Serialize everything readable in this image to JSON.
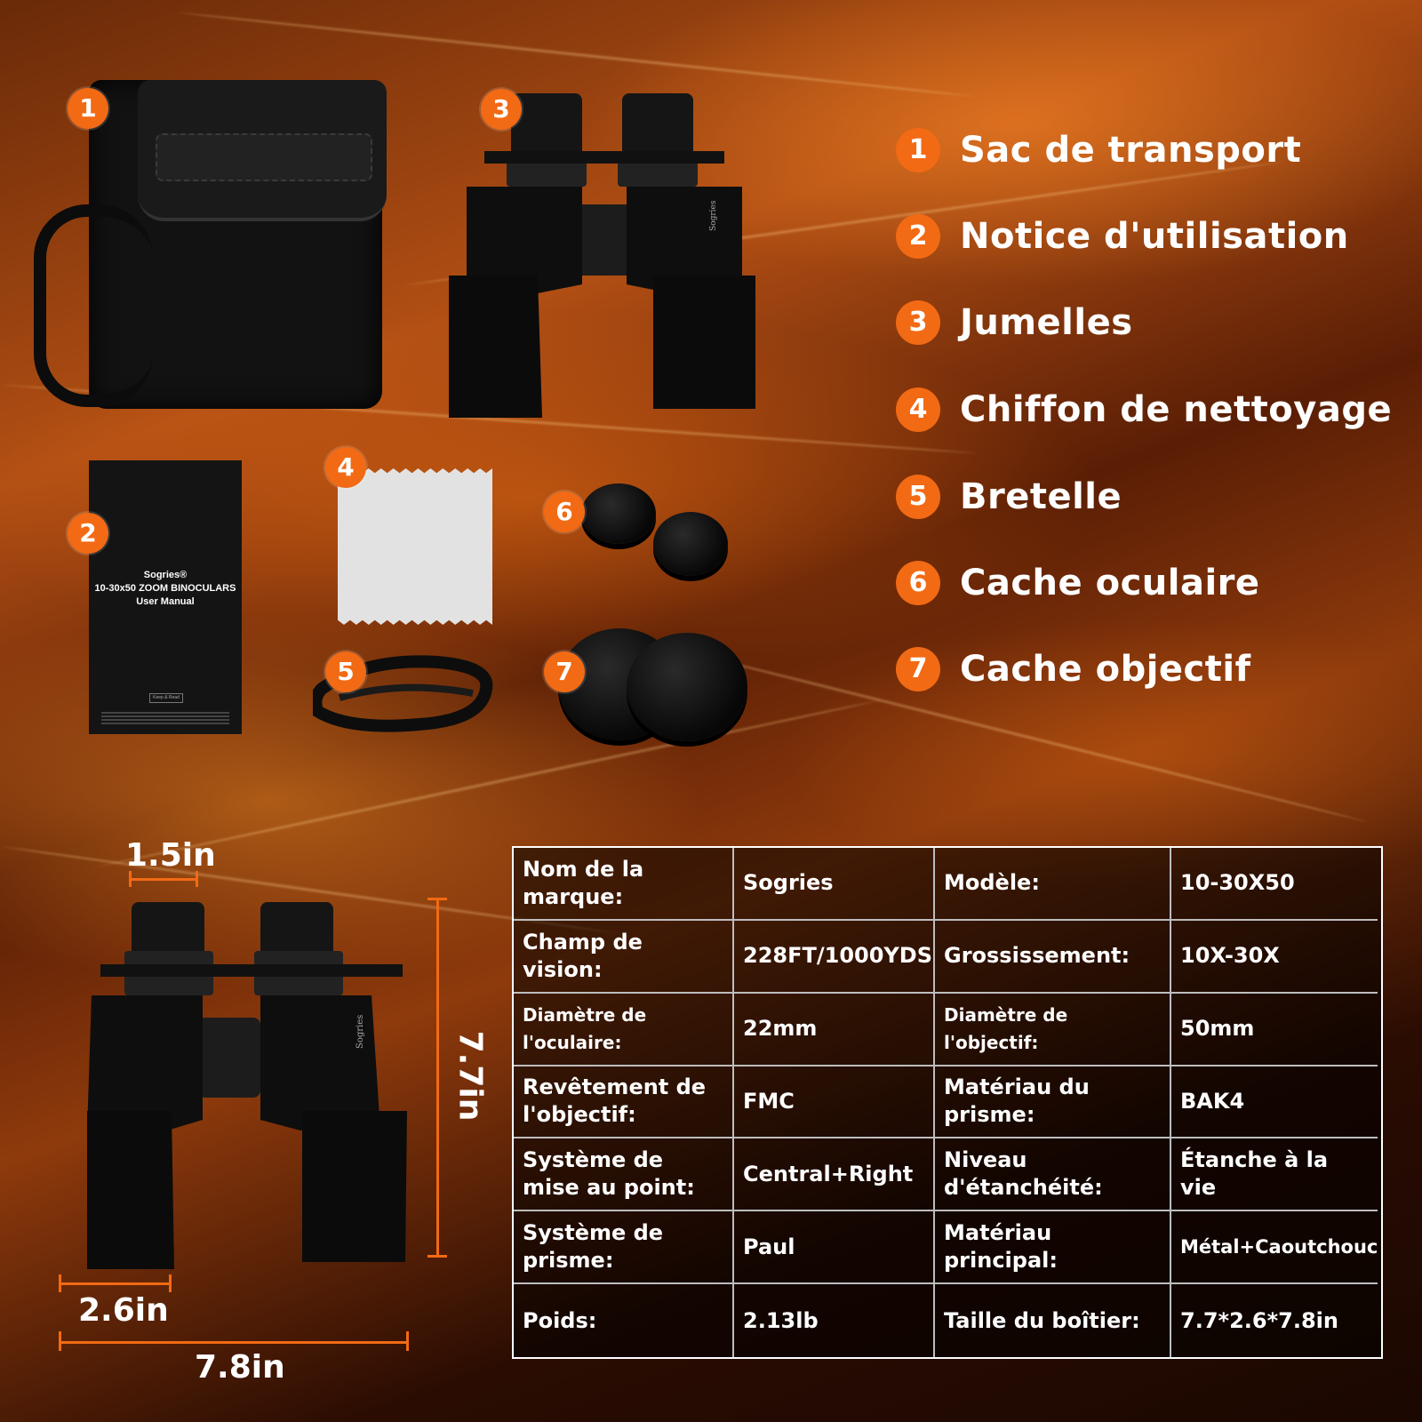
{
  "background": {
    "accent": "#f26a14",
    "base": "#3a1404"
  },
  "items": [
    {
      "num": "1",
      "label": "Sac de transport"
    },
    {
      "num": "2",
      "label": "Notice d'utilisation"
    },
    {
      "num": "3",
      "label": "Jumelles"
    },
    {
      "num": "4",
      "label": "Chiffon de nettoyage"
    },
    {
      "num": "5",
      "label": "Bretelle"
    },
    {
      "num": "6",
      "label": "Cache oculaire"
    },
    {
      "num": "7",
      "label": "Cache objectif"
    }
  ],
  "badges": [
    "1",
    "2",
    "3",
    "4",
    "5",
    "6",
    "7"
  ],
  "manual": {
    "brand": "Sogries®",
    "line1": "10-30x50 ZOOM BINOCULARS",
    "line2": "User Manual",
    "keep": "Keep & Read"
  },
  "binocular_brand": "Sogries",
  "dimensions": {
    "eyepiece": "1.5in",
    "height": "7.7in",
    "depth": "2.6in",
    "width": "7.8in"
  },
  "specs": [
    [
      "Nom de la marque:",
      "Sogries",
      "Modèle:",
      "10-30X50"
    ],
    [
      "Champ de vision:",
      "228FT/1000YDS",
      "Grossissement:",
      "10X-30X"
    ],
    [
      "Diamètre de l'oculaire:",
      "22mm",
      "Diamètre de l'objectif:",
      "50mm"
    ],
    [
      "Revêtement de l'objectif:",
      "FMC",
      "Matériau du prisme:",
      "BAK4"
    ],
    [
      "Système de mise au point:",
      "Central+Right",
      "Niveau d'étanchéité:",
      "Étanche à la vie"
    ],
    [
      "Système de prisme:",
      "Paul",
      "Matériau principal:",
      "Métal+Caoutchouc"
    ],
    [
      "Poids:",
      "2.13lb",
      "Taille du boîtier:",
      "7.7*2.6*7.8in"
    ]
  ]
}
